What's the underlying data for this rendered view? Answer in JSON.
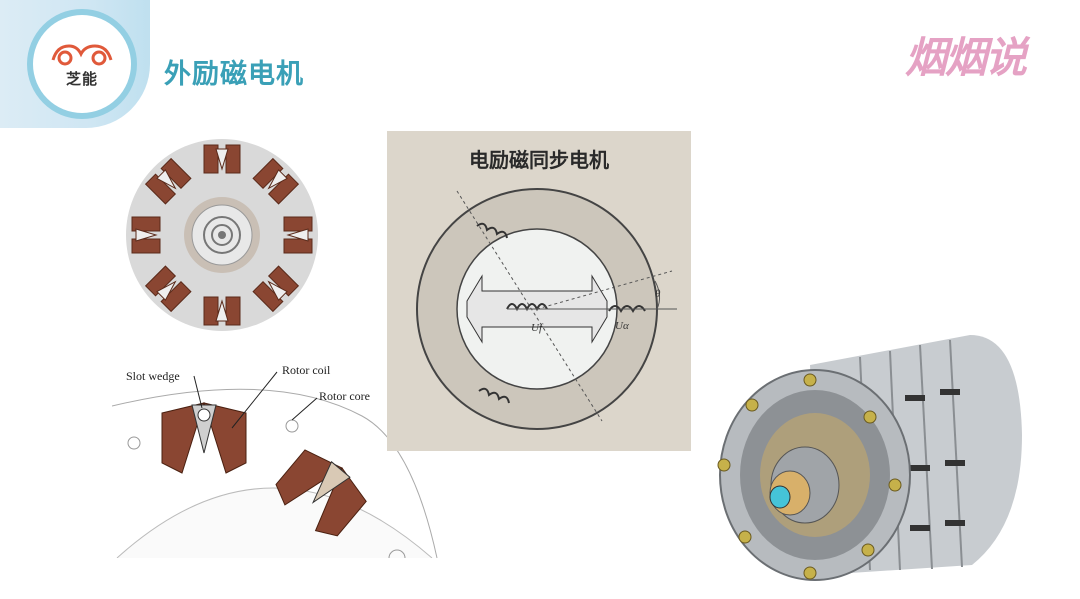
{
  "header": {
    "logo_text": "芝能",
    "title": "外励磁电机",
    "brand": "烟烟说"
  },
  "rotor_detail": {
    "labels": {
      "slot_wedge": "Slot wedge",
      "rotor_coil": "Rotor coil",
      "rotor_core": "Rotor core"
    }
  },
  "schematic": {
    "title": "电励磁同步电机",
    "symbol_theta": "θ",
    "symbol_u": "Uα",
    "symbol_uf": "Uf"
  },
  "colors": {
    "title": "#3aa0b7",
    "brand": "#e5a2c4",
    "coil": "#8a4632"
  }
}
